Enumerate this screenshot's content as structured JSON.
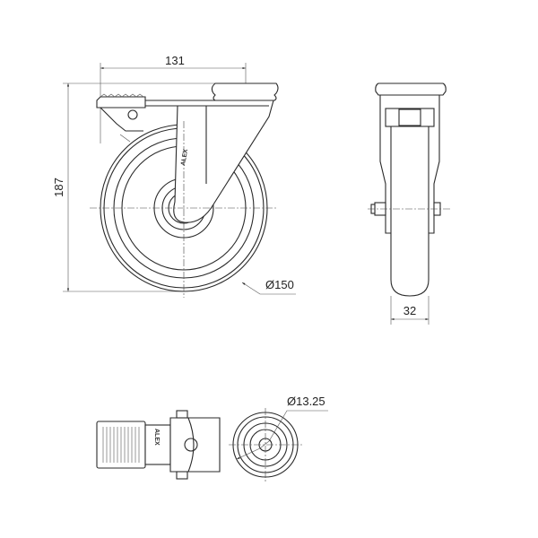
{
  "drawing": {
    "front_view": {
      "width_dim": "131",
      "height_dim": "187",
      "wheel_diameter": "Ø150"
    },
    "side_view": {
      "wheel_width": "32"
    },
    "top_view": {
      "bolt_hole_diameter": "Ø13.25"
    },
    "logo_text": "ALEX"
  }
}
